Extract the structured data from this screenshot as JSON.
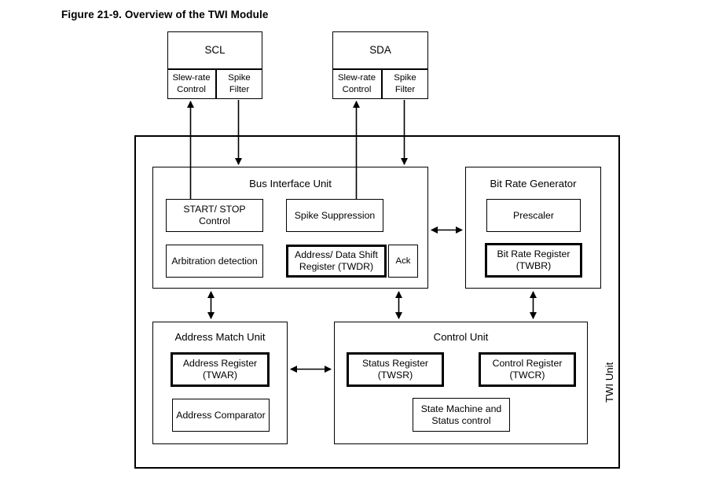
{
  "figure": {
    "title": "Figure 21-9. Overview of the TWI Module"
  },
  "diagram": {
    "type": "block-diagram",
    "outer_unit_label": "TWI Unit",
    "pins": [
      {
        "name": "SCL",
        "title": "SCL",
        "sub_blocks": [
          "Slew-rate\nControl",
          "Spike\nFilter"
        ]
      },
      {
        "name": "SDA",
        "title": "SDA",
        "sub_blocks": [
          "Slew-rate\nControl",
          "Spike\nFilter"
        ]
      }
    ],
    "units": [
      {
        "name": "bus-interface-unit",
        "title": "Bus Interface Unit",
        "blocks": [
          {
            "label": "START/ STOP\nControl",
            "bold": false
          },
          {
            "label": "Spike Suppression",
            "bold": false
          },
          {
            "label": "Arbitration detection",
            "bold": false
          },
          {
            "label": "Address/ Data Shift\nRegister (TWDR)",
            "bold": true
          },
          {
            "label": "Ack",
            "bold": false
          }
        ]
      },
      {
        "name": "bit-rate-generator",
        "title": "Bit Rate Generator",
        "blocks": [
          {
            "label": "Prescaler",
            "bold": false
          },
          {
            "label": "Bit Rate Register\n(TWBR)",
            "bold": true
          }
        ]
      },
      {
        "name": "address-match-unit",
        "title": "Address Match Unit",
        "blocks": [
          {
            "label": "Address Register\n(TWAR)",
            "bold": true
          },
          {
            "label": "Address Comparator",
            "bold": false
          }
        ]
      },
      {
        "name": "control-unit",
        "title": "Control Unit",
        "blocks": [
          {
            "label": "Status Register\n(TWSR)",
            "bold": true
          },
          {
            "label": "Control Register\n(TWCR)",
            "bold": true
          },
          {
            "label": "State Machine and\nStatus control",
            "bold": false
          }
        ]
      }
    ],
    "connections": [
      {
        "from": "bus-interface-unit",
        "to": "SCL Slew-rate Control",
        "direction": "up"
      },
      {
        "from": "SCL Spike Filter",
        "to": "bus-interface-unit",
        "direction": "down"
      },
      {
        "from": "bus-interface-unit",
        "to": "SDA Slew-rate Control",
        "direction": "up"
      },
      {
        "from": "SDA Spike Filter",
        "to": "bus-interface-unit",
        "direction": "down"
      },
      {
        "from": "bus-interface-unit",
        "to": "bit-rate-generator",
        "direction": "bidirectional"
      },
      {
        "from": "bus-interface-unit",
        "to": "address-match-unit",
        "direction": "bidirectional"
      },
      {
        "from": "bus-interface-unit",
        "to": "control-unit",
        "direction": "bidirectional"
      },
      {
        "from": "bit-rate-generator",
        "to": "control-unit",
        "direction": "bidirectional"
      },
      {
        "from": "address-match-unit",
        "to": "control-unit",
        "direction": "bidirectional"
      }
    ]
  },
  "colors": {
    "stroke": "#000000",
    "background": "#ffffff",
    "text": "#000000"
  }
}
